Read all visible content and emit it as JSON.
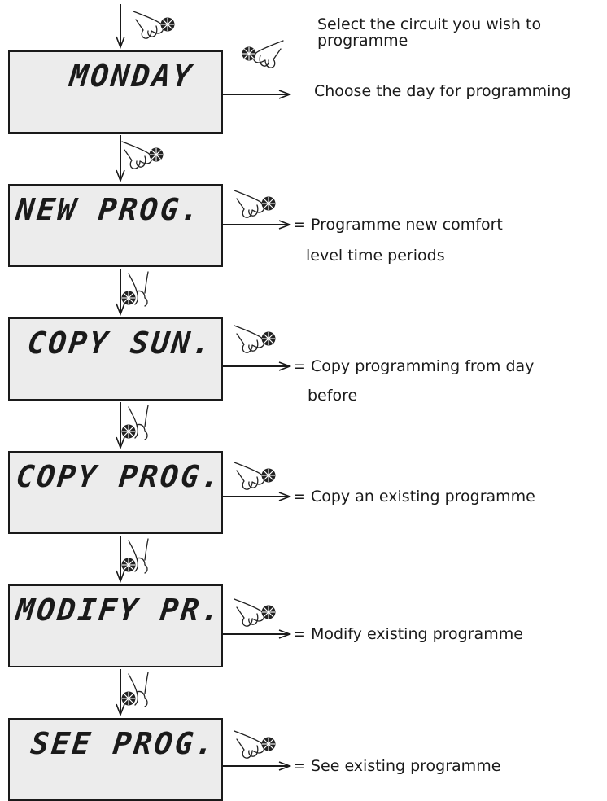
{
  "intro": {
    "line1": "Select the circuit you wish to",
    "line2": "programme"
  },
  "screens": [
    {
      "display": "MONDAY",
      "desc1": "Choose the day for programming",
      "desc2": ""
    },
    {
      "display": "NEW PROG.",
      "desc1": "= Programme new comfort",
      "desc2": "level time periods"
    },
    {
      "display": "COPY SUN.",
      "desc1": "= Copy programming from day",
      "desc2": "before"
    },
    {
      "display": "COPY PROG.",
      "desc1": "= Copy an existing programme",
      "desc2": ""
    },
    {
      "display": "MODIFY PR.",
      "desc1": "= Modify existing programme",
      "desc2": ""
    },
    {
      "display": "SEE PROG.",
      "desc1": "= See existing programme",
      "desc2": ""
    }
  ],
  "colors": {
    "lcd_bg": "#ececec",
    "line": "#1a1a1a"
  },
  "icons": [
    "hand-turn-dial-icon",
    "hand-press-dial-icon",
    "arrow-right-icon",
    "arrow-down-icon"
  ]
}
